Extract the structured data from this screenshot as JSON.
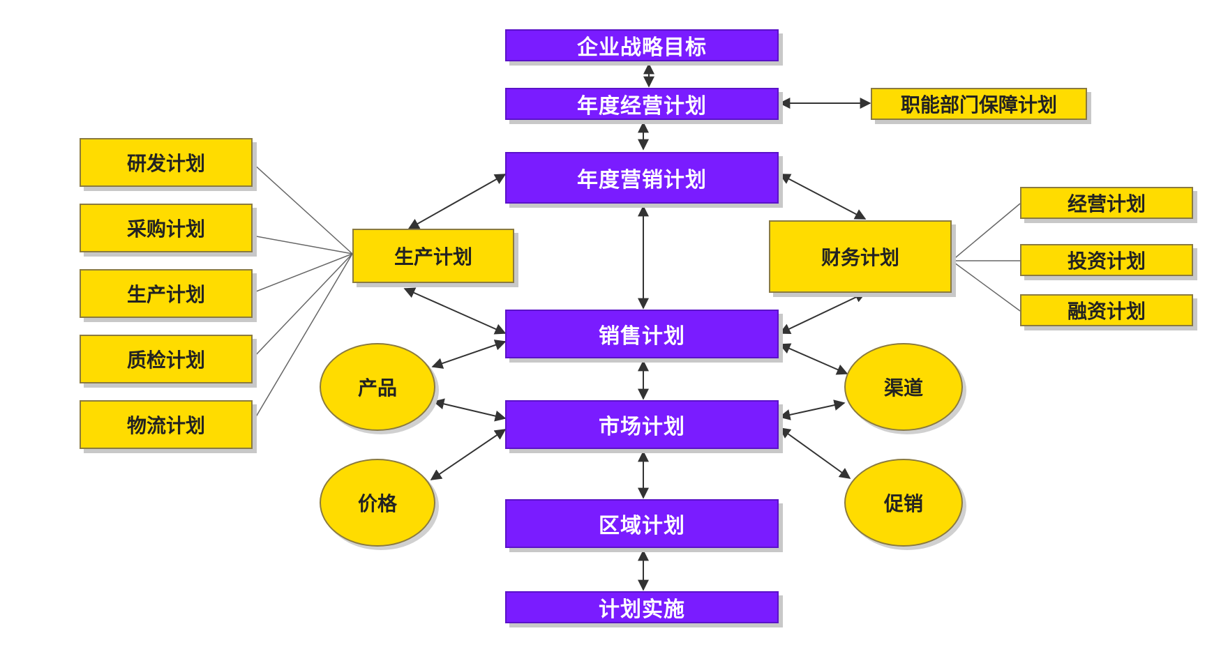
{
  "core": {
    "goal": "企业战略目标",
    "annual_operating": "年度经营计划",
    "annual_marketing": "年度营销计划",
    "sales": "销售计划",
    "market": "市场计划",
    "regional": "区域计划",
    "execution": "计划实施"
  },
  "functional_support": "职能部门保障计划",
  "production": {
    "label": "生产计划",
    "children": [
      "研发计划",
      "采购计划",
      "生产计划",
      "质检计划",
      "物流计划"
    ]
  },
  "finance": {
    "label": "财务计划",
    "children": [
      "经营计划",
      "投资计划",
      "融资计划"
    ]
  },
  "marketing_mix": {
    "product": "产品",
    "price": "价格",
    "channel": "渠道",
    "promotion": "促销"
  },
  "colors": {
    "core_fill": "#7a1cff",
    "side_fill": "#ffdc00",
    "connector": "#333333"
  }
}
